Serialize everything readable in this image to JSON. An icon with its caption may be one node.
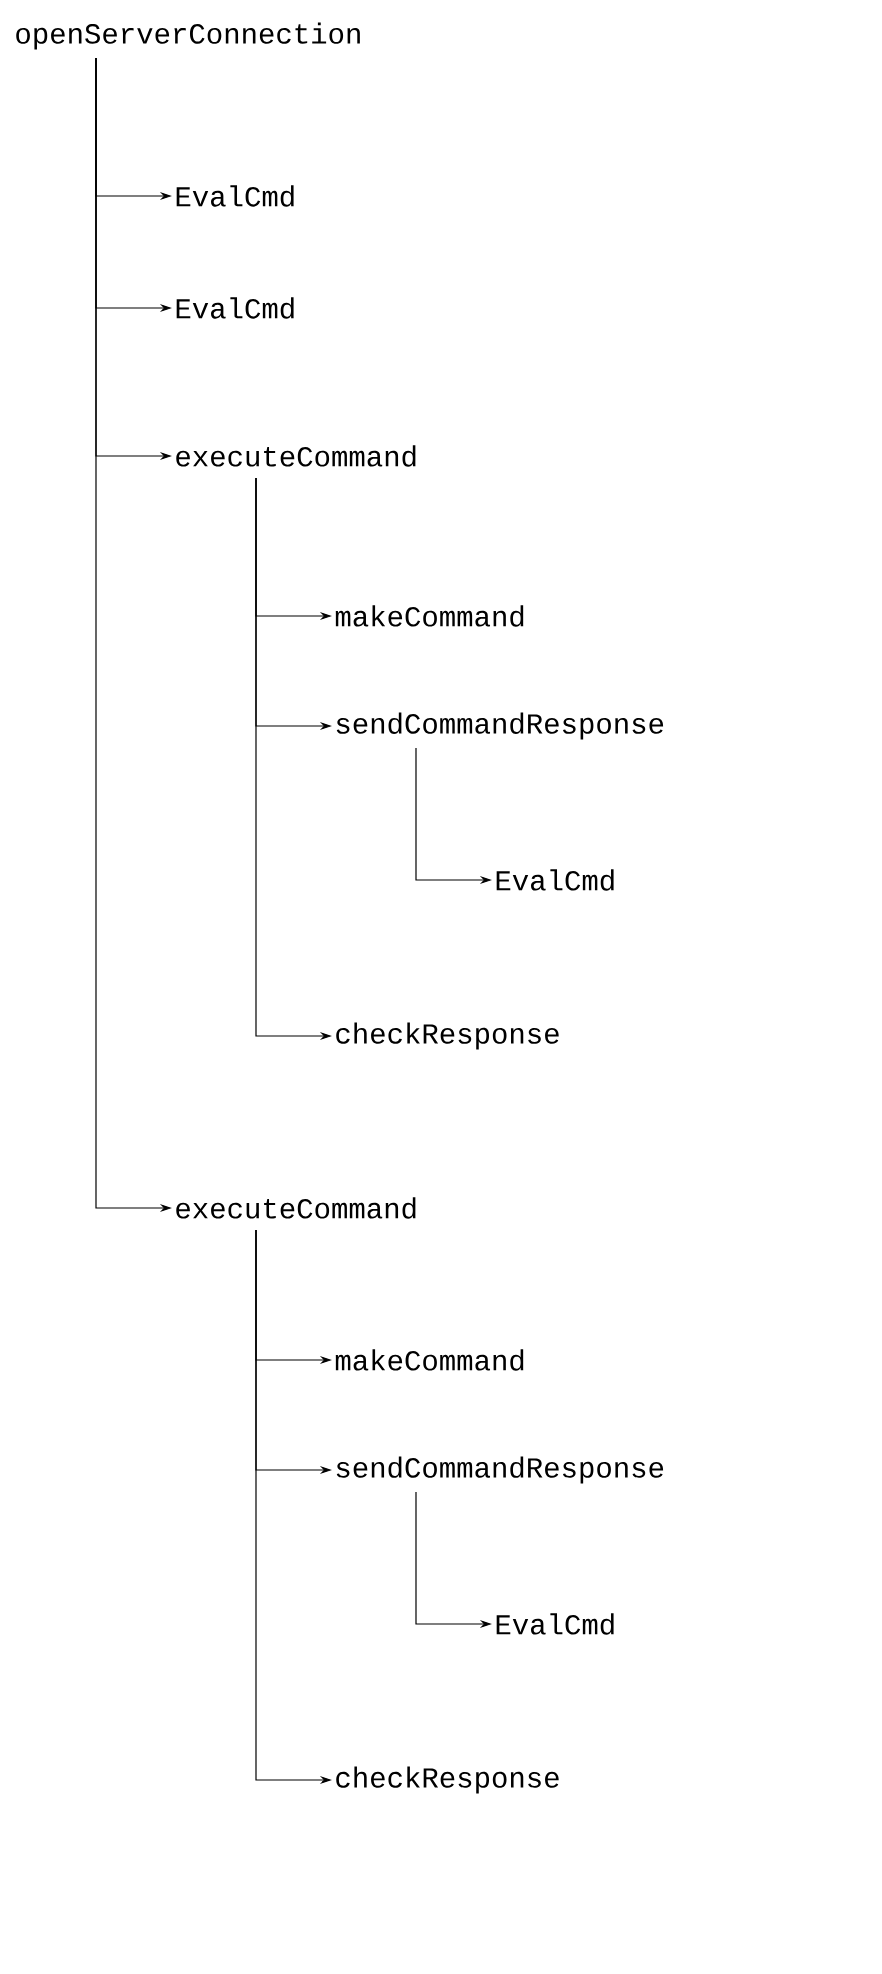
{
  "diagram": {
    "nodes": [
      {
        "text": [
          "openServerConnection"
        ]
      },
      {
        "text": [
          "EvalCmd"
        ]
      },
      {
        "text": [
          "EvalCmd"
        ]
      },
      {
        "text": [
          "executeCommand"
        ]
      },
      {
        "text": [
          "makeCommand"
        ]
      },
      {
        "text": [
          "sendCommandResponse"
        ]
      },
      {
        "text": [
          "EvalCmd"
        ]
      },
      {
        "text": [
          "checkResponse"
        ]
      },
      {
        "text": [
          "executeCommand"
        ]
      },
      {
        "text": [
          "makeCommand"
        ]
      },
      {
        "text": [
          "sendCommandResponse"
        ]
      },
      {
        "text": [
          "EvalCmd"
        ]
      },
      {
        "text": [
          "checkResponse"
        ]
      }
    ],
    "edges": [
      {
        "from": 0,
        "to": 1,
        "arrow": "to"
      },
      {
        "from": 0,
        "to": 2,
        "arrow": "to"
      },
      {
        "from": 0,
        "to": 3,
        "arrow": "to"
      },
      {
        "from": 3,
        "to": 4,
        "arrow": "to"
      },
      {
        "from": 3,
        "to": 5,
        "arrow": "to"
      },
      {
        "from": 5,
        "to": 6,
        "arrow": "to"
      },
      {
        "from": 3,
        "to": 7,
        "arrow": "to"
      },
      {
        "from": 0,
        "to": 8,
        "arrow": "to"
      },
      {
        "from": 8,
        "to": 9,
        "arrow": "to"
      },
      {
        "from": 8,
        "to": 10,
        "arrow": "to"
      },
      {
        "from": 10,
        "to": 11,
        "arrow": "to"
      },
      {
        "from": 8,
        "to": 12,
        "arrow": "to"
      }
    ]
  }
}
